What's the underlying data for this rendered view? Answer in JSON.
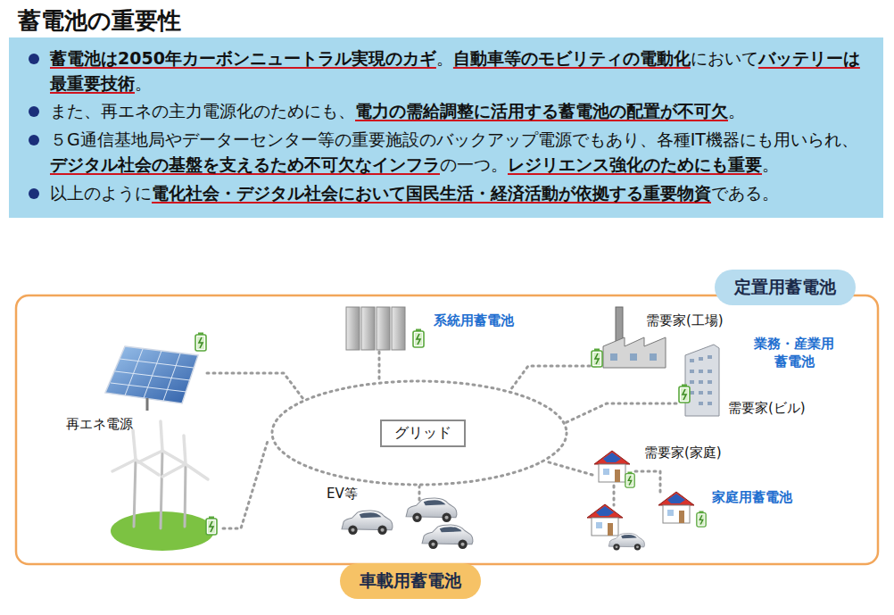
{
  "diagram": {
    "title": "蓄電池の重要性",
    "nodes": [
      {
        "text": [
          "蓄電池は2050年カーボンニュートラル実現のカギ。自動車等のモビリティの電動化においてバッテリーは最重要技術。",
          "また、再エネの主力電源化のためにも、電力の需給調整に活用する蓄電池の配置が不可欠。",
          "５G通信基地局やデーターセンター等の重要施設のバックアップ電源でもあり、各種IT機器にも用いられ、デジタル社会の基盤を支えるため不可欠なインフラの一つ。レジリエンス強化のためにも重要。",
          "以上のように電化社会・デジタル社会において国民生活・経済活動が依拠する重要物資である。"
        ]
      },
      {
        "text": [
          "定置用蓄電池"
        ]
      },
      {
        "text": [
          "グリッド"
        ]
      },
      {
        "text": [
          "車載用蓄電池"
        ]
      }
    ],
    "labels": [
      "系統用蓄電池",
      "需要家(工場)",
      "業務・産業用 蓄電池",
      "需要家(ビル)",
      "需要家(家庭)",
      "家庭用蓄電池",
      "再エネ電源",
      "EV等"
    ]
  }
}
